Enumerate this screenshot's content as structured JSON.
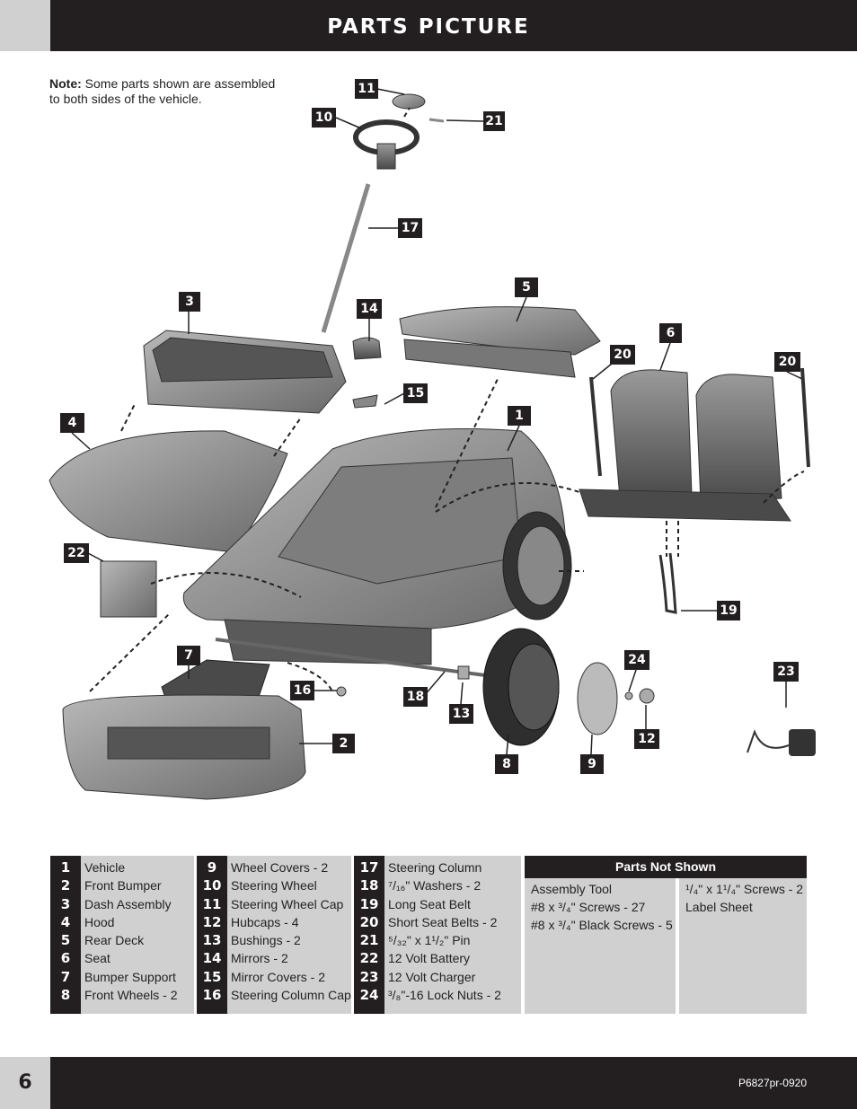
{
  "header": {
    "title": "PARTS PICTURE"
  },
  "note": {
    "label": "Note:",
    "text": "Some parts shown are assembled to both sides of the vehicle."
  },
  "callouts": [
    "1",
    "2",
    "3",
    "4",
    "5",
    "6",
    "7",
    "8",
    "9",
    "10",
    "11",
    "12",
    "13",
    "14",
    "15",
    "16",
    "17",
    "18",
    "19",
    "20",
    "20",
    "21",
    "22",
    "23",
    "24"
  ],
  "parts": [
    {
      "num": "1",
      "name": "Vehicle"
    },
    {
      "num": "2",
      "name": "Front Bumper"
    },
    {
      "num": "3",
      "name": "Dash Assembly"
    },
    {
      "num": "4",
      "name": "Hood"
    },
    {
      "num": "5",
      "name": "Rear Deck"
    },
    {
      "num": "6",
      "name": "Seat"
    },
    {
      "num": "7",
      "name": "Bumper Support"
    },
    {
      "num": "8",
      "name": "Front Wheels - 2"
    },
    {
      "num": "9",
      "name": "Wheel Covers - 2"
    },
    {
      "num": "10",
      "name": "Steering Wheel"
    },
    {
      "num": "11",
      "name": "Steering Wheel Cap"
    },
    {
      "num": "12",
      "name": "Hubcaps - 4"
    },
    {
      "num": "13",
      "name": "Bushings - 2"
    },
    {
      "num": "14",
      "name": "Mirrors - 2"
    },
    {
      "num": "15",
      "name": "Mirror Covers - 2"
    },
    {
      "num": "16",
      "name": "Steering Column Cap"
    },
    {
      "num": "17",
      "name": "Steering Column"
    },
    {
      "num": "18",
      "name": "⁷/₁₆\" Washers - 2"
    },
    {
      "num": "19",
      "name": "Long Seat Belt"
    },
    {
      "num": "20",
      "name": "Short Seat Belts - 2"
    },
    {
      "num": "21",
      "name": "⁵/₃₂\" x 1¹/₂\" Pin"
    },
    {
      "num": "22",
      "name": "12 Volt Battery"
    },
    {
      "num": "23",
      "name": "12 Volt Charger"
    },
    {
      "num": "24",
      "name": "³/₈\"-16 Lock Nuts - 2"
    }
  ],
  "parts_not_shown": {
    "title": "Parts Not Shown",
    "left": [
      "Assembly Tool",
      "#8 x ³/₄\" Screws - 27",
      "#8 x ³/₄\" Black Screws - 5"
    ],
    "right": [
      "¹/₄\" x 1¹/₄\" Screws - 2",
      "Label Sheet"
    ]
  },
  "footer": {
    "page_number": "6",
    "doc_code": "P6827pr-0920"
  }
}
